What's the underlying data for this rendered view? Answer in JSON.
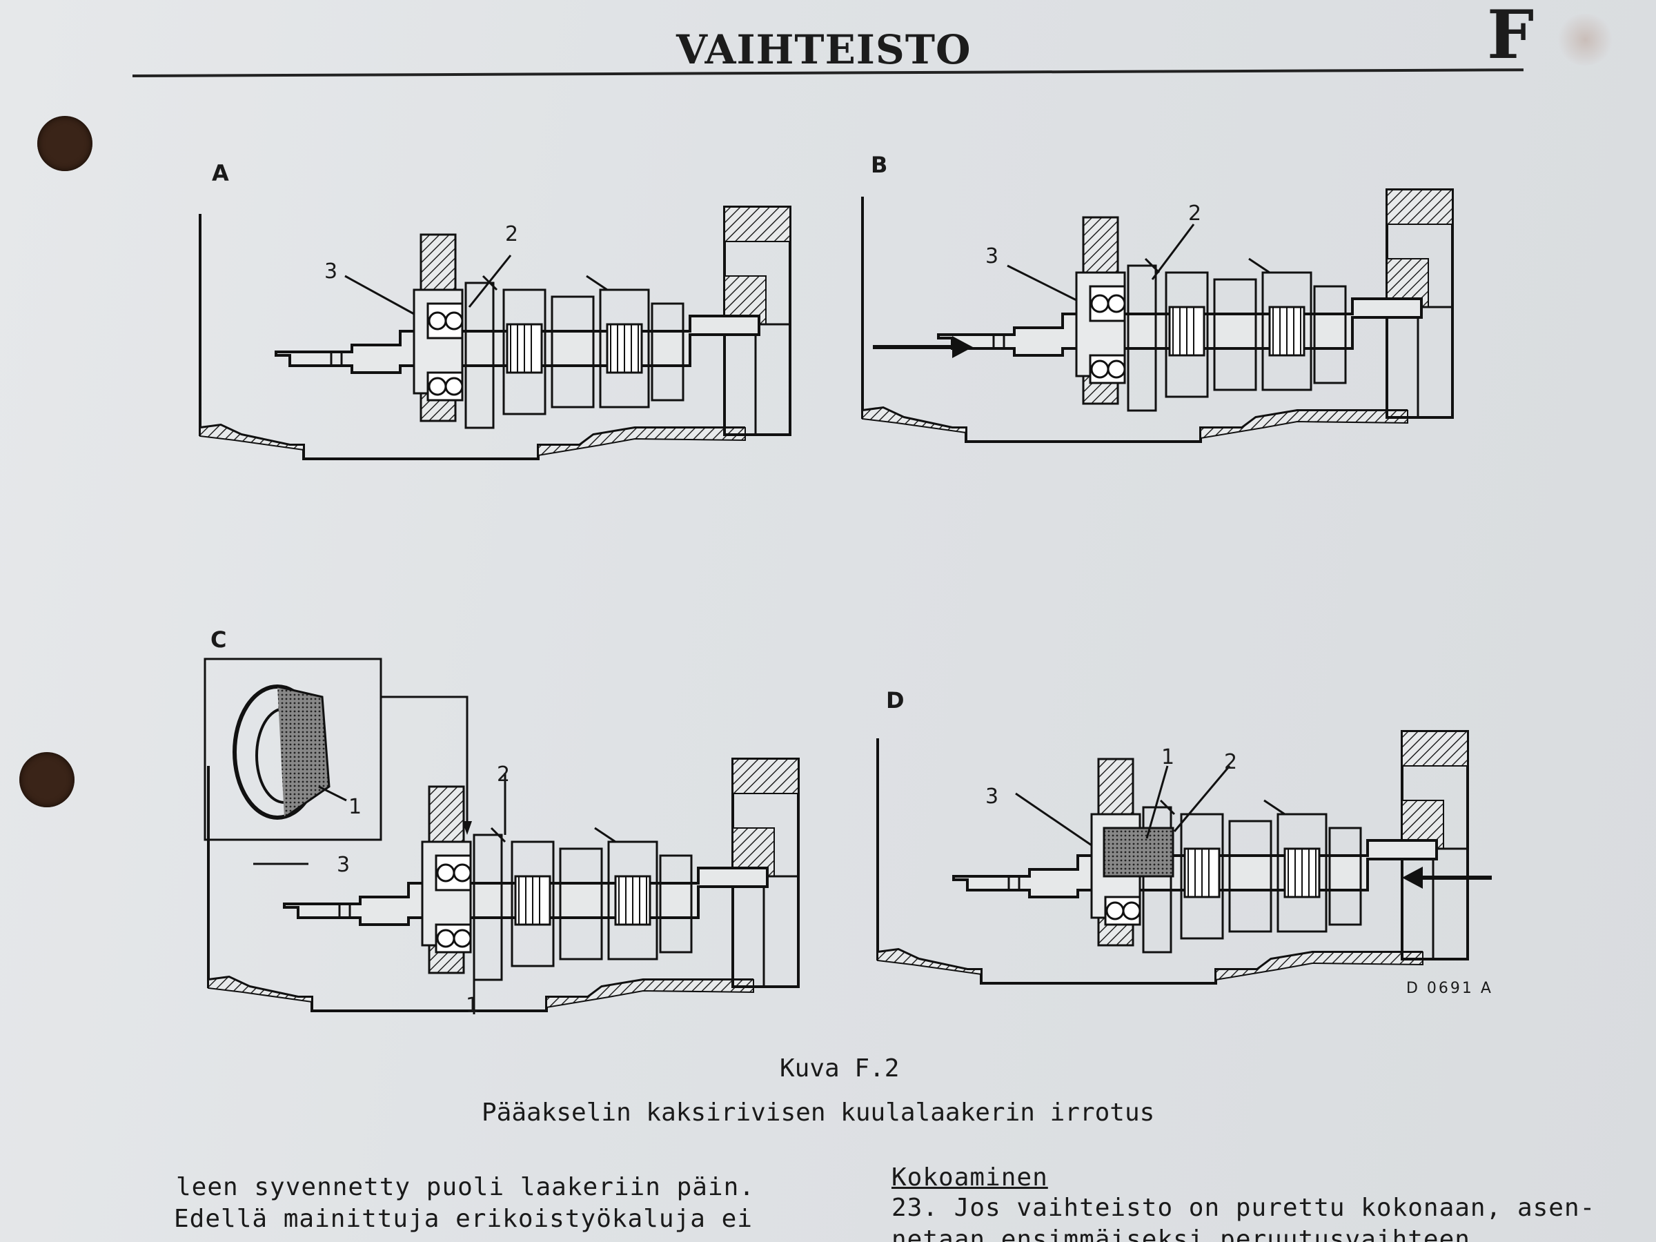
{
  "header": {
    "title": "VAIHTEISTO",
    "section_letter": "F"
  },
  "figures": [
    {
      "letter": "A",
      "callouts": [
        "3",
        "2"
      ]
    },
    {
      "letter": "B",
      "callouts": [
        "3",
        "2"
      ]
    },
    {
      "letter": "C",
      "callouts": [
        "2",
        "3",
        "1",
        "1"
      ]
    },
    {
      "letter": "D",
      "callouts": [
        "3",
        "1",
        "2"
      ]
    }
  ],
  "drawing_code": "D 0691 A",
  "caption": {
    "number": "Kuva F.2",
    "text": "Pääakselin kaksirivisen kuulalaakerin irrotus"
  },
  "left_column": {
    "lines": [
      "leen syvennetty puoli laakeriin  päin.",
      "Edellä mainittuja  erikoistyökaluja  ei"
    ]
  },
  "right_column": {
    "heading": "Kokoaminen",
    "lines": [
      "23. Jos vaihteisto on purettu kokonaan, asen-",
      "    netaan ensimmäiseksi  peruutusvaihteen"
    ]
  }
}
